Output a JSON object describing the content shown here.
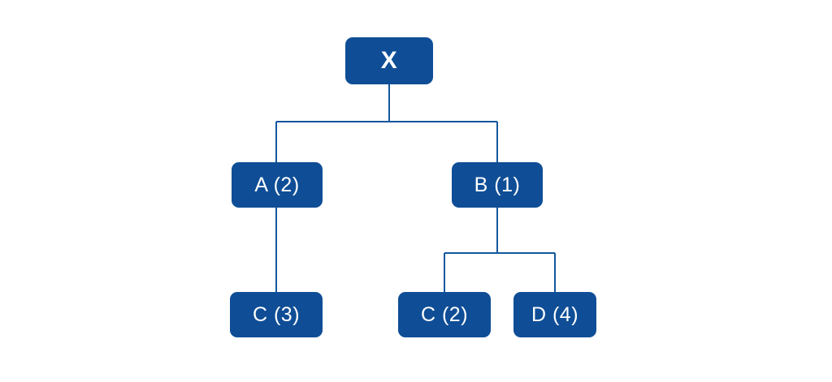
{
  "diagram": {
    "type": "tree",
    "background_color": "#ffffff",
    "node_fill_color": "#0f4e96",
    "node_text_color": "#ffffff",
    "edge_color": "#14579e",
    "nodes": [
      {
        "id": "x",
        "label": "X",
        "tier": "root"
      },
      {
        "id": "a2",
        "label": "A (2)",
        "tier": "mid"
      },
      {
        "id": "b1",
        "label": "B (1)",
        "tier": "mid"
      },
      {
        "id": "c3",
        "label": "C (3)",
        "tier": "leaf"
      },
      {
        "id": "c2",
        "label": "C (2)",
        "tier": "leaf"
      },
      {
        "id": "d4",
        "label": "D (4)",
        "tier": "leaf"
      }
    ],
    "edges": [
      {
        "from": "x",
        "to": "a2"
      },
      {
        "from": "x",
        "to": "b1"
      },
      {
        "from": "a2",
        "to": "c3"
      },
      {
        "from": "b1",
        "to": "c2"
      },
      {
        "from": "b1",
        "to": "d4"
      }
    ]
  }
}
